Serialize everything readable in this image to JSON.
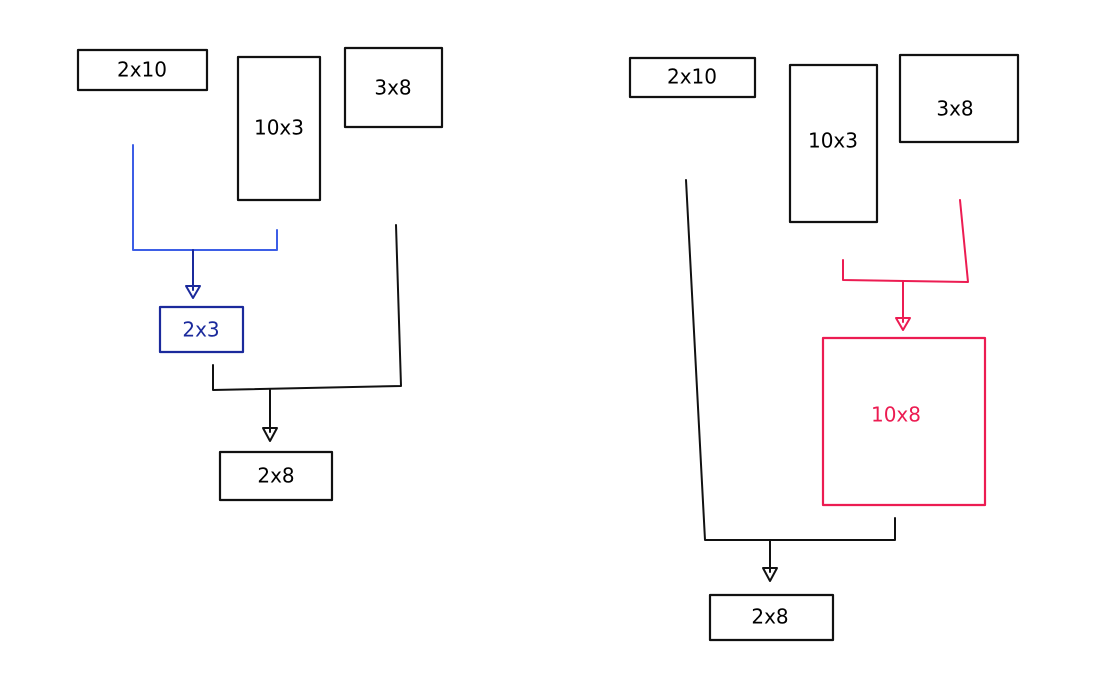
{
  "colors": {
    "ink": "#111111",
    "blue_line": "#3d5ee6",
    "blue_dark": "#1b2a9c",
    "red": "#ec1c52"
  },
  "left": {
    "a": "2x10",
    "b": "10x3",
    "c": "3x8",
    "intermediate": "2x3",
    "result": "2x8"
  },
  "right": {
    "a": "2x10",
    "b": "10x3",
    "c": "3x8",
    "intermediate": "10x8",
    "result": "2x8"
  }
}
